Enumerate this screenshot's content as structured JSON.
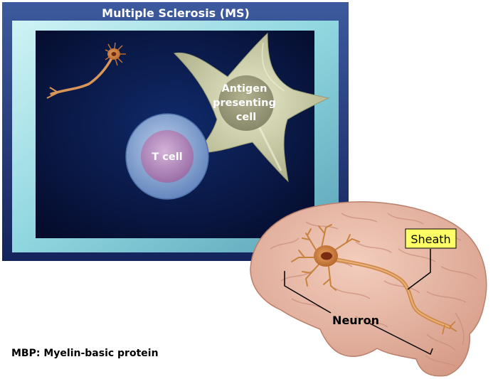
{
  "frame": {
    "title": "Multiple Sclerosis (MS)"
  },
  "cells": {
    "antigen_presenting_cell": [
      "Antigen",
      "presenting",
      "cell"
    ],
    "t_cell": "T cell"
  },
  "brain": {
    "sheath_label": "Sheath",
    "neuron_label": "Neuron"
  },
  "footnote": "MBP: Myelin-basic protein",
  "colors": {
    "frame_outer": "#1c2f6e",
    "frame_inner_bevel": "#8fd6df",
    "panel_background": "#0a1640",
    "antigen_cell": "#d8dbb8",
    "t_cell_outer": "#86a6d4",
    "t_cell_nucleus": "#b88fbf",
    "brain": "#e8b6a2",
    "neuron": "#c8823e",
    "sheath_label_bg": "#ffff66"
  }
}
